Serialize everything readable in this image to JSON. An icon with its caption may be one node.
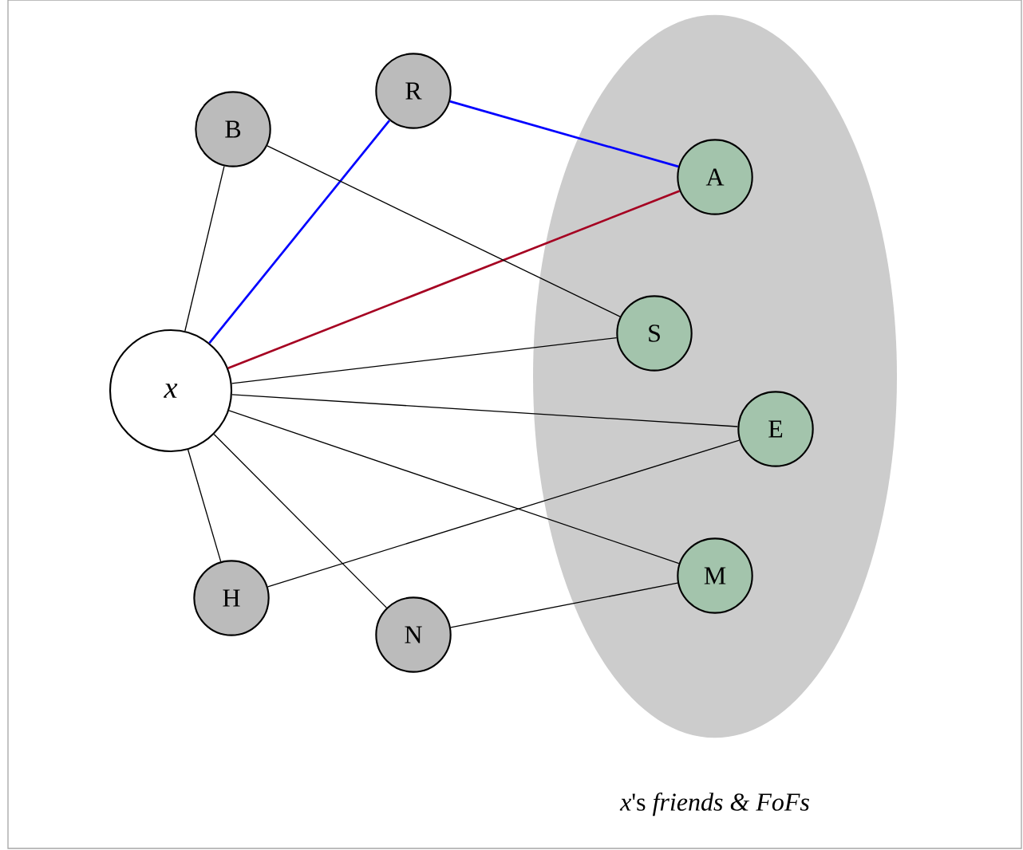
{
  "diagram": {
    "nodes": [
      {
        "text": [
          "x"
        ]
      },
      {
        "text": [
          "B"
        ]
      },
      {
        "text": [
          "R"
        ]
      },
      {
        "text": [
          "H"
        ]
      },
      {
        "text": [
          "N"
        ]
      },
      {
        "text": [
          "*x*'s *friends & FoFs*"
        ]
      },
      {
        "text": [
          "A"
        ],
        "in": 5
      },
      {
        "text": [
          "S"
        ],
        "in": 5
      },
      {
        "text": [
          "E"
        ],
        "in": 5
      },
      {
        "text": [
          "M"
        ],
        "in": 5
      }
    ],
    "edges": [
      {
        "from": 0,
        "to": 1,
        "arrow": "none"
      },
      {
        "from": 0,
        "to": 2,
        "arrow": "none",
        "color": "#0000ff"
      },
      {
        "from": 0,
        "to": 6,
        "arrow": "none",
        "color": "#a50021"
      },
      {
        "from": 0,
        "to": 7,
        "arrow": "none"
      },
      {
        "from": 0,
        "to": 8,
        "arrow": "none"
      },
      {
        "from": 0,
        "to": 9,
        "arrow": "none"
      },
      {
        "from": 0,
        "to": 4,
        "arrow": "none"
      },
      {
        "from": 0,
        "to": 3,
        "arrow": "none"
      },
      {
        "from": 2,
        "to": 6,
        "arrow": "none",
        "color": "#0000ff"
      },
      {
        "from": 1,
        "to": 7,
        "arrow": "none"
      },
      {
        "from": 3,
        "to": 8,
        "arrow": "none"
      },
      {
        "from": 4,
        "to": 9,
        "arrow": "none"
      }
    ]
  }
}
